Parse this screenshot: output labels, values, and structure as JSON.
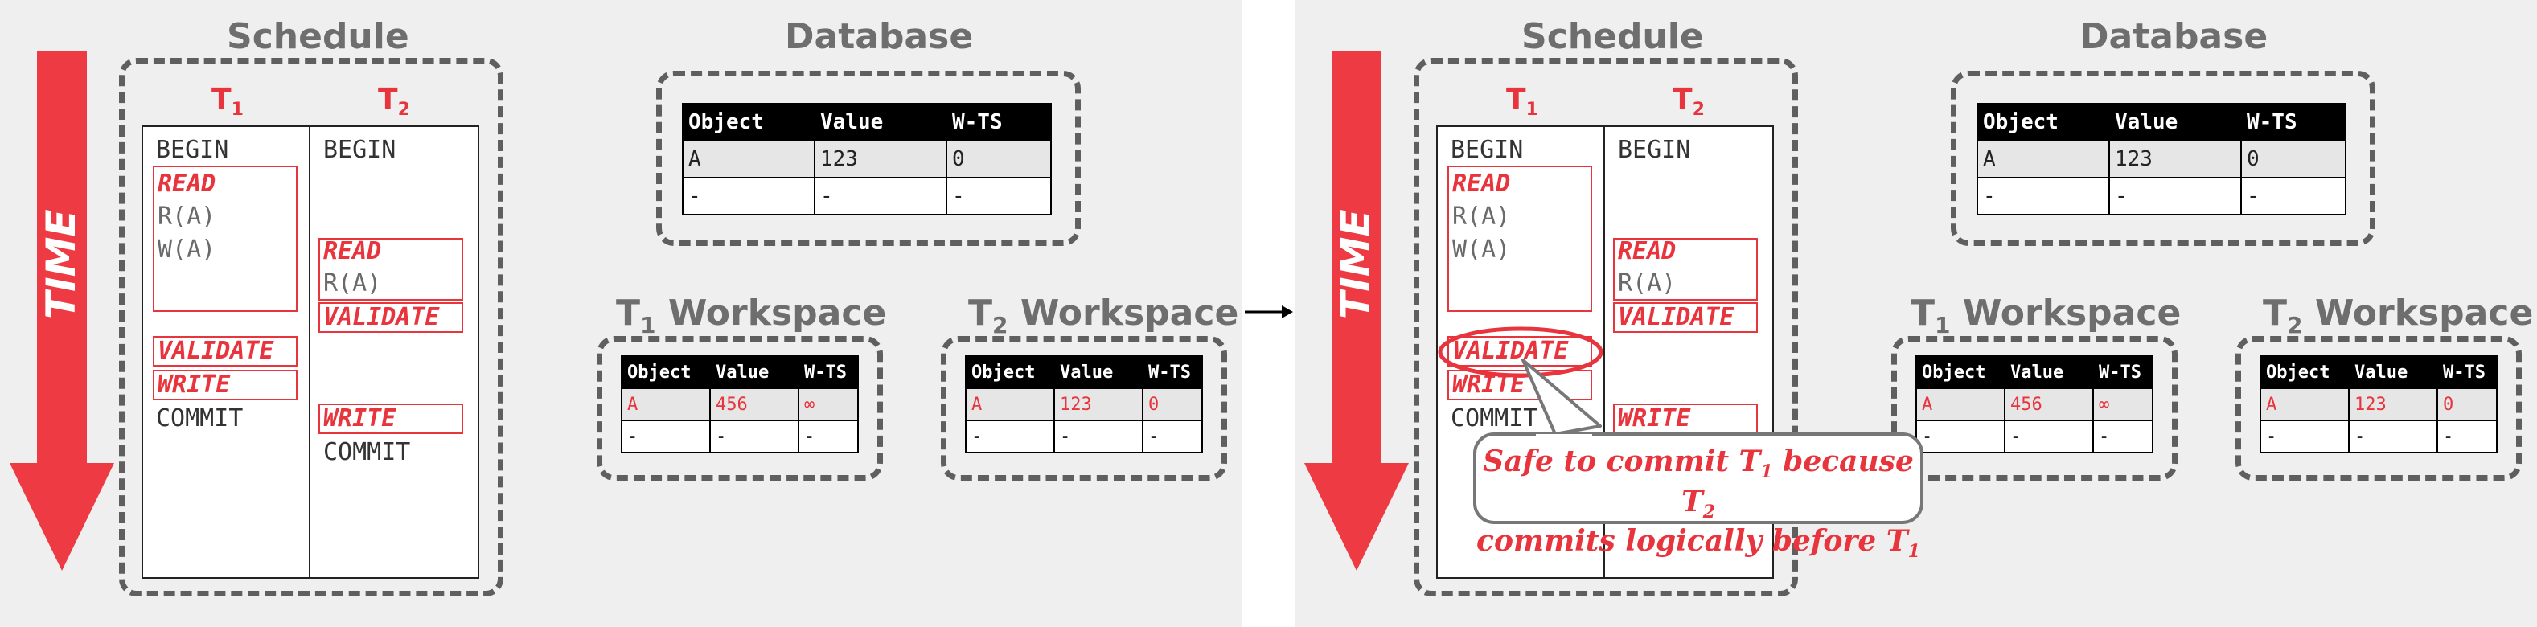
{
  "colors": {
    "accent": "#e8343c",
    "box_border": "#5f5f5f",
    "heading": "#6e6e6e",
    "panel_bg": "#efefef"
  },
  "headings": {
    "schedule": "Schedule",
    "database": "Database",
    "workspace_word": "Workspace"
  },
  "time_label": "TIME",
  "t1": {
    "letter": "T",
    "sub": "1"
  },
  "t2": {
    "letter": "T",
    "sub": "2"
  },
  "ops": {
    "begin": "BEGIN",
    "read": "READ",
    "r_a": "R(A)",
    "w_a": "W(A)",
    "validate": "VALIDATE",
    "write": "WRITE",
    "commit": "COMMIT"
  },
  "database": {
    "headers": [
      "Object",
      "Value",
      "W-TS"
    ],
    "rows": [
      [
        "A",
        "123",
        "0"
      ],
      [
        "-",
        "-",
        "-"
      ]
    ]
  },
  "t1_workspace": {
    "headers": [
      "Object",
      "Value",
      "W-TS"
    ],
    "rows": [
      [
        "A",
        "456",
        "∞"
      ],
      [
        "-",
        "-",
        "-"
      ]
    ]
  },
  "t2_workspace": {
    "headers": [
      "Object",
      "Value",
      "W-TS"
    ],
    "rows": [
      [
        "A",
        "123",
        "0"
      ],
      [
        "-",
        "-",
        "-"
      ]
    ]
  },
  "arrow_symbol": "→",
  "callout": {
    "line1_pre": "Safe to commit T",
    "line1_sub1": "1",
    "line1_mid": " because T",
    "line1_sub2": "2",
    "line2_pre": "commits logically before T",
    "line2_sub": "1"
  }
}
